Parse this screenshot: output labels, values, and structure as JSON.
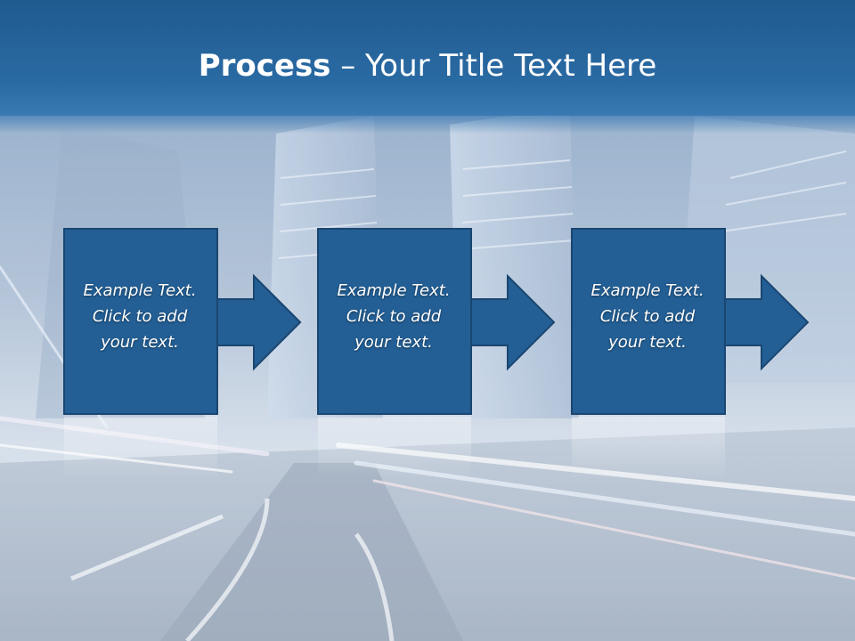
{
  "title": {
    "bold": "Process",
    "rest": " – Your Title Text Here"
  },
  "steps": [
    {
      "lines": [
        "Example Text.",
        "Click  to add",
        "your text."
      ]
    },
    {
      "lines": [
        "Example Text.",
        "Click  to add",
        "your text."
      ]
    },
    {
      "lines": [
        "Example Text.",
        "Click  to add",
        "your text."
      ]
    }
  ],
  "colors": {
    "title_bar": "#2a6aa3",
    "box_fill": "#235f95",
    "box_border": "#1a4670",
    "text": "#ffffff"
  }
}
